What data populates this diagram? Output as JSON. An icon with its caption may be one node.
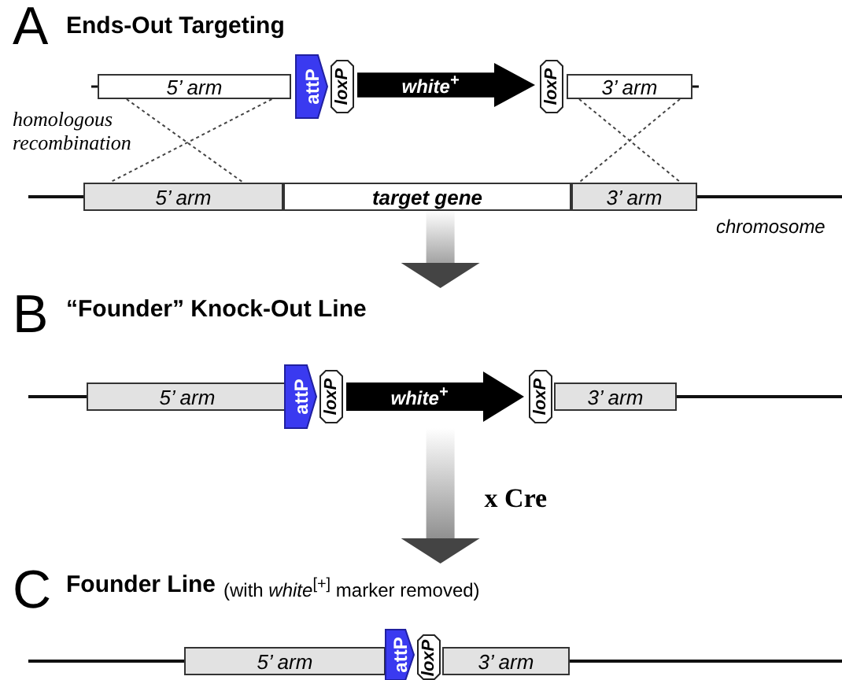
{
  "diagram": {
    "nodes": [
      {
        "text": [
          "A",
          "Ends-Out Targeting"
        ]
      },
      {
        "text": [
          "5’ arm"
        ],
        "in": 0
      },
      {
        "text": [
          "attP"
        ],
        "in": 0
      },
      {
        "text": [
          "loxP"
        ],
        "in": 0
      },
      {
        "text": [
          "white$^{+}$"
        ],
        "in": 0
      },
      {
        "text": [
          "loxP"
        ],
        "in": 0
      },
      {
        "text": [
          "3’ arm"
        ],
        "in": 0
      },
      {
        "text": [
          "5’ arm"
        ],
        "in": 0
      },
      {
        "text": [
          "target gene"
        ],
        "in": 0
      },
      {
        "text": [
          "3’ arm"
        ],
        "in": 0
      },
      {
        "text": [
          "B",
          "“Founder” Knock-Out Line"
        ]
      },
      {
        "text": [
          "5’ arm"
        ],
        "in": 10
      },
      {
        "text": [
          "attP"
        ],
        "in": 10
      },
      {
        "text": [
          "loxP"
        ],
        "in": 10
      },
      {
        "text": [
          "white$^{+}$"
        ],
        "in": 10
      },
      {
        "text": [
          "loxP"
        ],
        "in": 10
      },
      {
        "text": [
          "3’ arm"
        ],
        "in": 10
      },
      {
        "text": [
          "C",
          "Founder Line",
          "(with *white*$^{[+]}$ marker removed)"
        ]
      },
      {
        "text": [
          "5’ arm"
        ],
        "in": 17
      },
      {
        "text": [
          "attP"
        ],
        "in": 17
      },
      {
        "text": [
          "loxP"
        ],
        "in": 17
      },
      {
        "text": [
          "3’ arm"
        ],
        "in": 17
      }
    ],
    "edges": [
      {
        "from": 1,
        "to": 7,
        "arrow": "none",
        "style": "dashed"
      },
      {
        "from": 1,
        "to": 7,
        "arrow": "none",
        "style": "dashed"
      },
      {
        "from": 6,
        "to": 9,
        "arrow": "none",
        "style": "dashed"
      },
      {
        "from": 6,
        "to": 9,
        "arrow": "none",
        "style": "dashed"
      },
      {
        "from": 0,
        "to": 10,
        "arrow": "to",
        "style": "thick",
        "color": "#777777"
      },
      {
        "from": 10,
        "to": 17,
        "arrow": "to",
        "label": "x Cre",
        "style": "thick",
        "color": "#777777"
      }
    ],
    "labels": [
      "homologous recombination",
      "chromosome"
    ]
  }
}
